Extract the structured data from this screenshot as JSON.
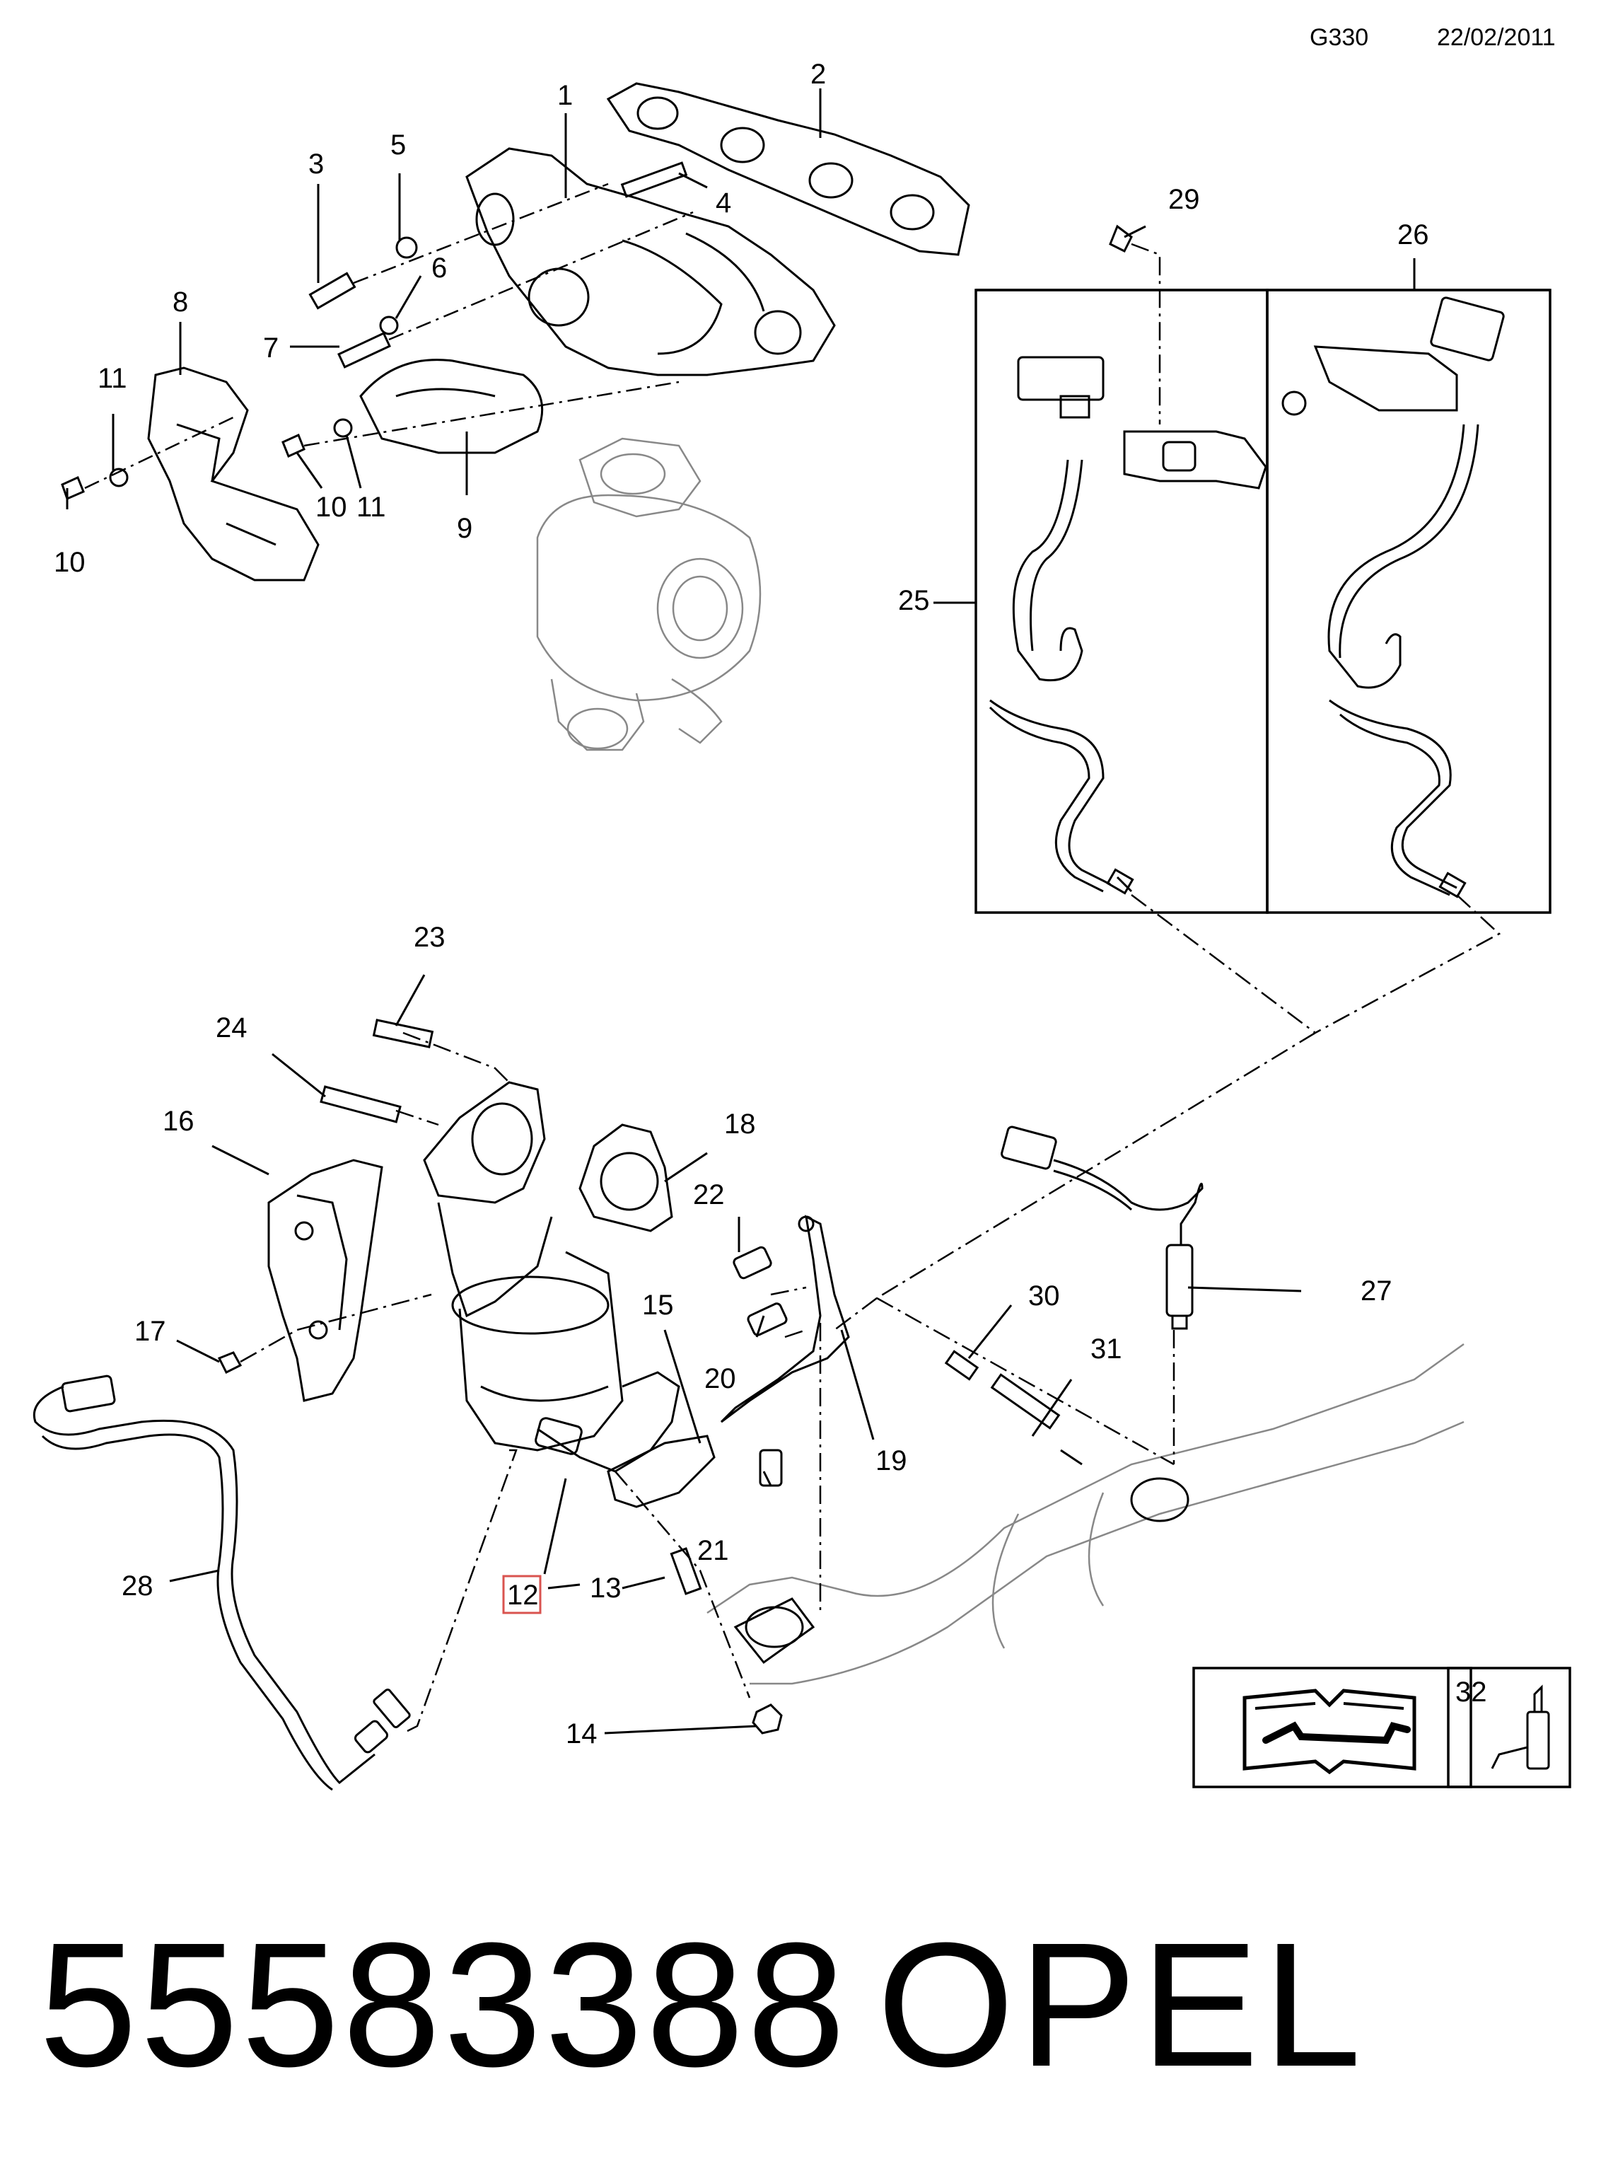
{
  "header": {
    "code": "G330",
    "date": "22/02/2011"
  },
  "callouts": [
    "1",
    "2",
    "3",
    "4",
    "5",
    "6",
    "7",
    "8",
    "9",
    "10",
    "10",
    "11",
    "11",
    "12",
    "13",
    "14",
    "15",
    "16",
    "17",
    "18",
    "19",
    "20",
    "21",
    "22",
    "23",
    "24",
    "25",
    "26",
    "27",
    "28",
    "29",
    "30",
    "31",
    "32"
  ],
  "highlighted_callout": "12",
  "footer": {
    "part_number": "55583388",
    "brand": "OPEL"
  },
  "colors": {
    "highlight_box": "#d9534f",
    "line": "#000000",
    "light_line": "#888888"
  }
}
